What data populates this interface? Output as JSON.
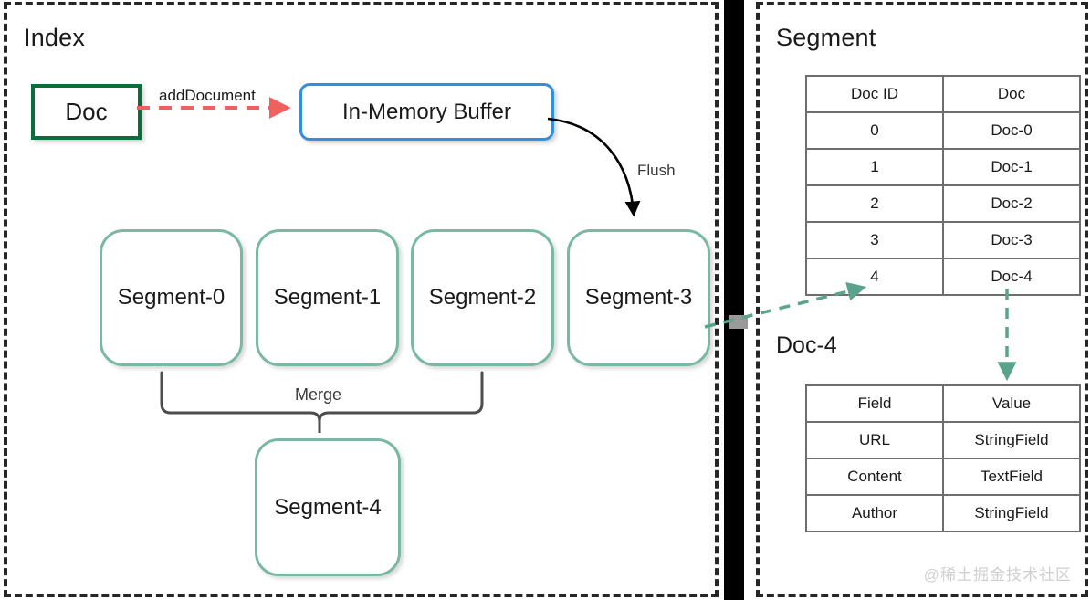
{
  "index_panel": {
    "title": "Index",
    "doc_node": "Doc",
    "buffer_node": "In-Memory Buffer",
    "edges": {
      "add_document": "addDocument",
      "flush": "Flush",
      "merge": "Merge"
    },
    "segments": [
      "Segment-0",
      "Segment-1",
      "Segment-2",
      "Segment-3"
    ],
    "merged_segment": "Segment-4"
  },
  "segment_panel": {
    "title": "Segment",
    "segment_table": {
      "headers": [
        "Doc ID",
        "Doc"
      ],
      "rows": [
        [
          "0",
          "Doc-0"
        ],
        [
          "1",
          "Doc-1"
        ],
        [
          "2",
          "Doc-2"
        ],
        [
          "3",
          "Doc-3"
        ],
        [
          "4",
          "Doc-4"
        ]
      ]
    },
    "doc_title": "Doc-4",
    "doc_table": {
      "headers": [
        "Field",
        "Value"
      ],
      "rows": [
        [
          "URL",
          "StringField"
        ],
        [
          "Content",
          "TextField"
        ],
        [
          "Author",
          "StringField"
        ]
      ]
    },
    "watermark": "@稀土掘金技术社区"
  },
  "colors": {
    "panel_border": "#262626",
    "doc_border": "#0b6e3a",
    "buffer_border": "#2f8fe0",
    "segment_border": "#79b8a4",
    "add_document_arrow": "#f0605f",
    "flush_arrow": "#000000",
    "merge_brace": "#4d4d4d",
    "link_arrow": "#5aa38d",
    "table_border": "#6e6e6e",
    "divider": "#000000",
    "watermark": "#cfcfcf"
  }
}
